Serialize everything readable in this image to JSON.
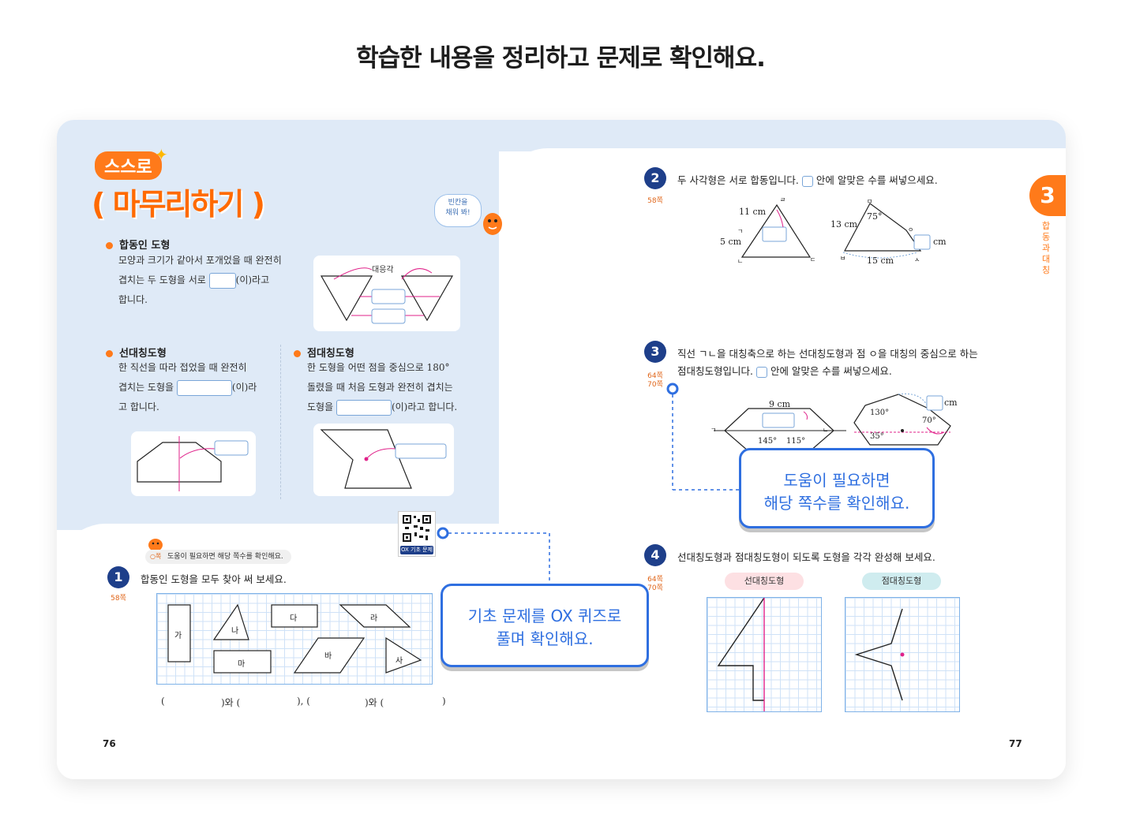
{
  "headline": "학습한 내용을 정리하고 문제로 확인해요.",
  "title": {
    "small": "스스로",
    "big": "마무리하기",
    "bubble_line1": "빈칸을",
    "bubble_line2": "채워 봐!"
  },
  "summary": {
    "congruent": {
      "heading": "합동인 도형",
      "line1": "모양과 크기가 같아서 포개었을 때 완전히",
      "line2a": "겹치는 두 도형을 서로",
      "line2b": "(이)라고",
      "line3": "합니다.",
      "diagram_label": "대응각"
    },
    "line_symmetry": {
      "heading": "선대칭도형",
      "line1": "한 직선을 따라 접었을 때 완전히",
      "line2a": "겹치는 도형을",
      "line2b": "(이)라",
      "line3": "고 합니다."
    },
    "point_symmetry": {
      "heading": "점대칭도형",
      "line1": "한 도형을 어떤 점을 중심으로 180°",
      "line2": "돌렸을 때 처음 도형과 완전히 겹치는",
      "line3a": "도형을",
      "line3b": "(이)라고 합니다."
    }
  },
  "problems": {
    "p1": {
      "num": "1",
      "ref": "58쪽",
      "text": "합동인 도형을 모두 찾아 써 보세요.",
      "help": "도움이 필요하면 해당 쪽수를 확인해요.",
      "help_ref": "○쪽",
      "shapes": [
        "가",
        "나",
        "다",
        "라",
        "마",
        "바",
        "사"
      ],
      "answers": [
        "(",
        ")와 (",
        "), (",
        ")와 (",
        ")"
      ]
    },
    "p2": {
      "num": "2",
      "ref": "58쪽",
      "text_a": "두 사각형은 서로 합동입니다.",
      "text_b": "안에 알맞은 수를 써넣으세요.",
      "labels": {
        "a": "11 cm",
        "b": "5 cm",
        "c": "13 cm",
        "d": "15 cm",
        "e": "cm",
        "f": "75°",
        "pt_r": "ㄹ",
        "pt_g": "ㄱ",
        "pt_l": "ㄴ",
        "pt_d": "ㄷ",
        "pt_m": "ㅁ",
        "pt_b": "ㅂ",
        "pt_s": "ㅅ",
        "pt_o": "ㅇ"
      }
    },
    "p3": {
      "num": "3",
      "ref1": "64쪽",
      "ref2": "70쪽",
      "text1": "직선 ㄱㄴ을 대칭축으로 하는 선대칭도형과 점 ㅇ을 대칭의 중심으로 하는",
      "text2a": "점대칭도형입니다.",
      "text2b": "안에 알맞은 수를 써넣으세요.",
      "labels": {
        "a": "9 cm",
        "b": "145°",
        "c": "115°",
        "d": "130°",
        "e": "35°",
        "f": "70°",
        "g": "cm",
        "pt_g": "ㄱ",
        "pt_l": "ㄴ"
      }
    },
    "p4": {
      "num": "4",
      "ref1": "64쪽",
      "ref2": "70쪽",
      "text": "선대칭도형과 점대칭도형이 되도록 도형을 각각 완성해 보세요.",
      "tag_line": "선대칭도형",
      "tag_point": "점대칭도형"
    }
  },
  "callouts": {
    "help_line1": "도움이 필요하면",
    "help_line2": "해당 쪽수를 확인해요.",
    "ox_line1": "기초 문제를 OX 퀴즈로",
    "ox_line2": "풀며 확인해요."
  },
  "qr_label": "OX 기초 문제",
  "chapter": {
    "number": "3",
    "title": "합동과 대칭"
  },
  "pages": {
    "left": "76",
    "right": "77"
  },
  "colors": {
    "accent_orange": "#ff7a1a",
    "accent_blue": "#2f6fe0",
    "navy": "#1e3f8a",
    "magenta": "#e0228a"
  }
}
